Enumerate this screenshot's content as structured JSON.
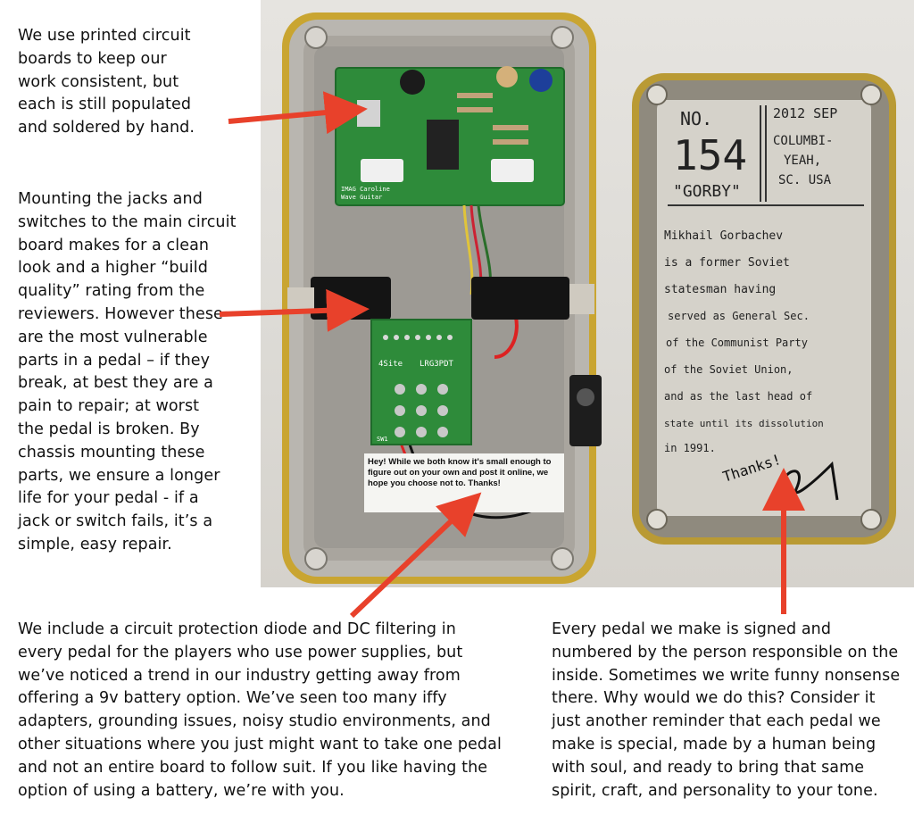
{
  "captions": {
    "pcb": "We use printed circuit\nboards to keep our\nwork consistent, but\neach is still populated\nand soldered by hand.",
    "jacks": "Mounting the jacks and\nswitches to the main circuit\nboard makes for a clean\nlook and a higher “build\nquality” rating from the\nreviewers. However these\nare the most vulnerable\nparts in a pedal – if they\nbreak, at best they are a\npain to repair; at worst\nthe pedal is broken. By\nchassis mounting these\nparts, we ensure a longer\nlife for your pedal - if a\njack or switch fails, it’s a\nsimple, easy repair.",
    "diode": "We include a circuit protection diode and DC filtering in\nevery pedal for the players who use power supplies, but\nwe’ve noticed a trend in our industry getting away from\noffering a 9v battery option. We’ve seen too many iffy\nadapters, grounding issues, noisy studio environments, and\nother situations where you just might want to take one pedal\nand not an entire board to follow suit. If you like having the\noption of using a battery, we’re with you.",
    "signed": "Every pedal we make is signed and\nnumbered by the person responsible on the\ninside. Sometimes we write funny nonsense\nthere. Why would we do this? Consider it\njust another reminder that each pedal we\nmake is special, made by a human being\nwith soul, and ready to bring that same\nspirit, craft, and personality to your tone."
  },
  "photo": {
    "pcb_top_label": "IMAG  Caroline\nWave    Guitar",
    "pcb_small_labels": [
      "4Site",
      "LRG3PDT",
      "SW1"
    ],
    "note_text": "Hey! While we both know it's small enough to figure out on your own and post it online, we hope you choose not to. Thanks!",
    "lid_number_label": "NO.",
    "lid_number": "154",
    "lid_name": "\"GORBY\"",
    "lid_date": "2012 SEP",
    "lid_place": [
      "COLUMBI-",
      "YEAH,",
      "SC. USA"
    ],
    "lid_note_lines": [
      "Mikhail Gorbachev",
      "is a former Soviet",
      "statesman having",
      "served as General Sec.",
      "of the Communist Party",
      "of the Soviet Union,",
      "and as the last head of",
      "state until its dissolution",
      "in 1991."
    ],
    "lid_thanks": "Thanks!"
  },
  "colors": {
    "arrow": "#e8412b",
    "pcb": "#2e8b3a",
    "gold_rim": "#c9a531"
  }
}
